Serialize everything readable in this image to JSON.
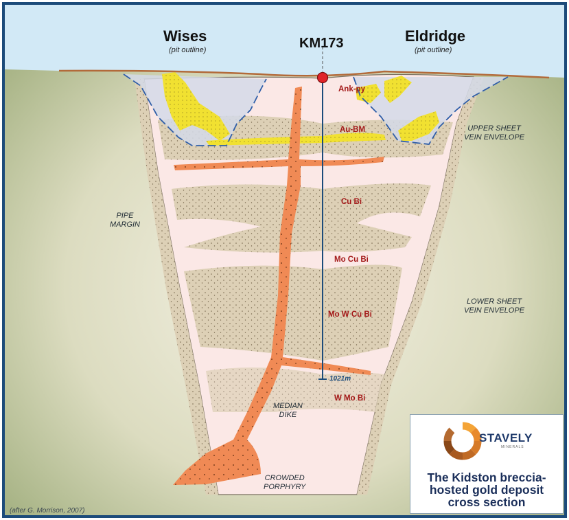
{
  "title": {
    "wises": "Wises",
    "wises_sub": "(pit outline)",
    "km": "KM173",
    "eldridge": "Eldridge",
    "eldridge_sub": "(pit outline)"
  },
  "zones": {
    "ank": "Ank-py",
    "aubm": "Au-BM",
    "cubi": "Cu Bi",
    "mocubi": "Mo Cu Bi",
    "mowcubi": "Mo W Cu Bi",
    "wmobi": "W Mo Bi"
  },
  "labels": {
    "upper_1": "UPPER SHEET",
    "upper_2": "VEIN ENVELOPE",
    "pipe_1": "PIPE",
    "pipe_2": "MARGIN",
    "lower_1": "LOWER SHEET",
    "lower_2": "VEIN ENVELOPE",
    "median_1": "MEDIAN",
    "median_2": "DIKE",
    "crowded_1": "CROWDED",
    "crowded_2": "PORPHYRY",
    "depth": "1021m",
    "credit": "(after G. Morrison, 2007)"
  },
  "logo": {
    "name": "STAVELY",
    "sub": "MINERALS",
    "caption_1": "The Kidston breccia-",
    "caption_2": "hosted gold deposit",
    "caption_3": "cross section"
  },
  "colors": {
    "sky": "#d2e9f6",
    "host_rock": "#c7c9a4",
    "pipe_fill": "#fbe8e6",
    "breccia": "#e0d4bc",
    "dike": "#f08a55",
    "gold": "#f1e131",
    "pit": "#d4d9e8",
    "frame": "#1c4b7a",
    "collar": "#e0242a"
  }
}
